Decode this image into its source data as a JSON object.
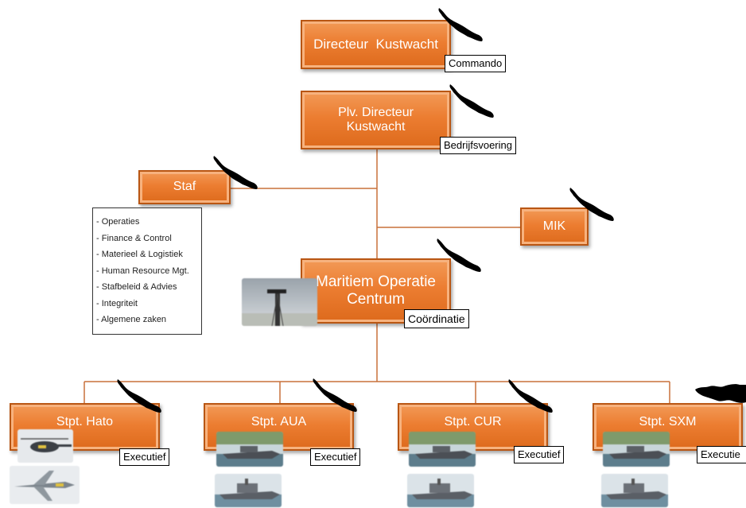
{
  "nodes": {
    "directeur": "Directeur  Kustwacht",
    "plv_line1": "Plv. Directeur",
    "plv_line2": "Kustwacht",
    "staf": "Staf",
    "mik": "MIK",
    "moc_line1": "Maritiem Operatie",
    "moc_line2": "Centrum",
    "hato": "Stpt. Hato",
    "aua": "Stpt. AUA",
    "cur": "Stpt. CUR",
    "sxm": "Stpt. SXM"
  },
  "tags": {
    "commando": "Commando",
    "bedrijfsvoering": "Bedrijfsvoering",
    "coordinatie": "Coördinatie",
    "executief": "Executief",
    "executief_cut": "Executie"
  },
  "staf_list": [
    "- Operaties",
    "- Finance & Control",
    "- Materieel & Logistiek",
    "- Human Resource Mgt.",
    "- Stafbeleid & Advies",
    "- Integriteit",
    "- Algemene zaken"
  ],
  "colors": {
    "box_orange": "#ec7d31",
    "connector": "#c8703a",
    "island": "#000000"
  },
  "icons": [
    "curacao-island-icon",
    "radar-mast-photo",
    "helicopter-photo",
    "aircraft-photo",
    "patrol-boat-photo"
  ]
}
